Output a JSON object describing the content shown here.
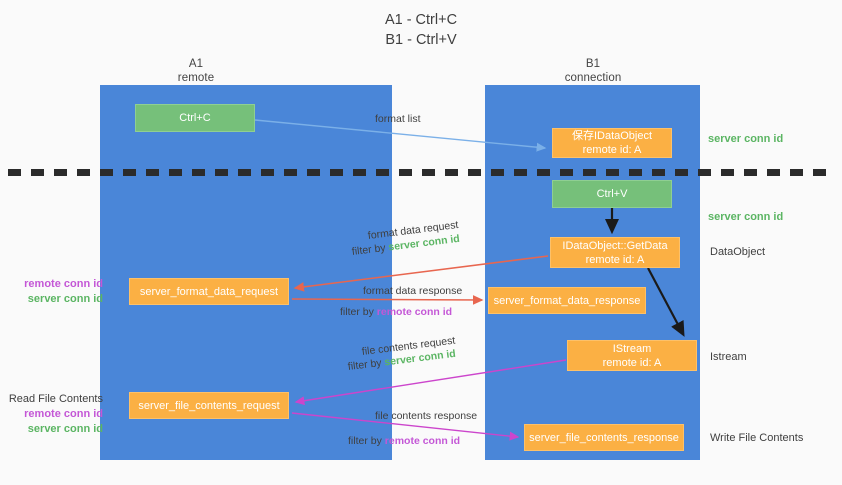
{
  "title": {
    "line1": "A1 - Ctrl+C",
    "line2": "B1 - Ctrl+V"
  },
  "lanes": [
    {
      "id": "a1",
      "name": "A1",
      "subtitle": "remote",
      "color": "#4a86d8"
    },
    {
      "id": "b1",
      "name": "B1",
      "subtitle": "connection",
      "color": "#4a86d8"
    }
  ],
  "colors": {
    "lane": "#4a86d8",
    "green_node": "#76c07a",
    "orange_node": "#fbb044",
    "server_conn_id": "#5bb563",
    "remote_conn_id": "#c457d6",
    "arrow_blue": "#7bb0e8",
    "arrow_red": "#e8664f",
    "arrow_magenta": "#cc45cc",
    "arrow_dark": "#1a1a1a",
    "dash_line": "#2b2b2b",
    "background": "#fafafa"
  },
  "nodes": {
    "ctrl_c": {
      "label": "Ctrl+C",
      "type": "green"
    },
    "idataobject": {
      "line1": "保存IDataObject",
      "line2": "remote id: A",
      "type": "orange"
    },
    "ctrl_v": {
      "label": "Ctrl+V",
      "type": "green"
    },
    "getdata": {
      "line1": "IDataObject::GetData",
      "line2": "remote id: A",
      "type": "orange"
    },
    "format_data_request": {
      "label": "server_format_data_request",
      "type": "orange"
    },
    "format_data_response": {
      "label": "server_format_data_response",
      "type": "orange"
    },
    "istream": {
      "line1": "IStream",
      "line2": "remote id: A",
      "type": "orange"
    },
    "file_contents_request": {
      "label": "server_file_contents_request",
      "type": "orange"
    },
    "file_contents_response": {
      "label": "server_file_contents_response",
      "type": "orange"
    }
  },
  "edge_labels": {
    "format_list": "format list",
    "format_data_request": "format data request",
    "format_data_request_filter_prefix": "filter by ",
    "format_data_request_filter_value": "server conn id",
    "format_data_response": "format data response",
    "format_data_response_filter_prefix": "filter by ",
    "format_data_response_filter_value": "remote conn id",
    "file_contents_request": "file contents request",
    "file_contents_request_filter_prefix": "filter by ",
    "file_contents_request_filter_value": "server conn id",
    "file_contents_response": "file contents response",
    "file_contents_response_filter_prefix": "filter by ",
    "file_contents_response_filter_value": "remote conn id"
  },
  "left_annotations": {
    "read_file_contents": "Read File Contents",
    "remote_conn_id": "remote conn id",
    "server_conn_id": "server conn id"
  },
  "right_annotations": {
    "server_conn_id_1": "server conn id",
    "server_conn_id_2": "server conn id",
    "dataobject": "DataObject",
    "istream": "Istream",
    "write_file_contents": "Write File Contents"
  }
}
